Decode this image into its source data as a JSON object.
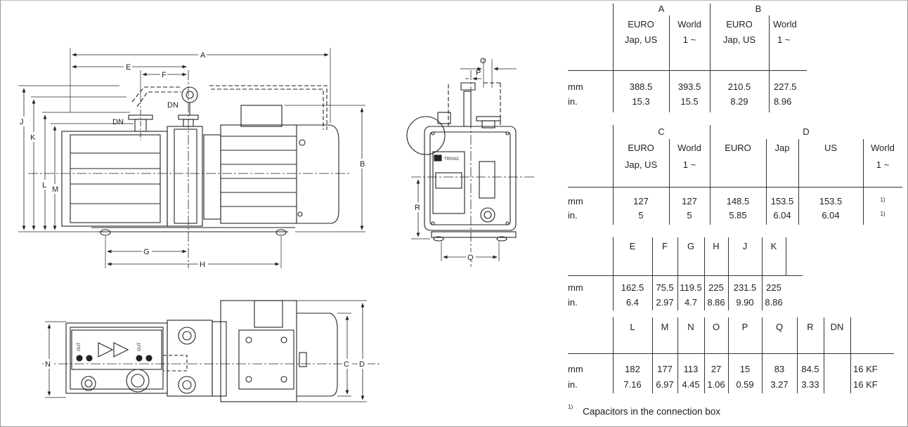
{
  "drawing": {
    "front_view_labels": {
      "A": "A",
      "E": "E",
      "F": "F",
      "B": "B",
      "J": "J",
      "K": "K",
      "L": "L",
      "M": "M",
      "G": "G",
      "H": "H",
      "DN_upper": "DN",
      "DN_left": "DN"
    },
    "side_view_labels": {
      "O": "O",
      "P": "P",
      "R": "R",
      "Q": "Q",
      "brand": "TRIVAC"
    },
    "top_view_labels": {
      "N": "N",
      "C": "C",
      "D": "D",
      "out_left": "OUT",
      "out_right": "OUT"
    }
  },
  "table1": {
    "groups": [
      "A",
      "B"
    ],
    "subheaders": [
      [
        "EURO",
        "Jap, US"
      ],
      [
        "World",
        "1 ~"
      ],
      [
        "EURO",
        "Jap, US"
      ],
      [
        "World",
        "1 ~"
      ]
    ],
    "rows": [
      {
        "unit": "mm",
        "values": [
          "388.5",
          "393.5",
          "210.5",
          "227.5"
        ]
      },
      {
        "unit": "in.",
        "values": [
          "15.3",
          "15.5",
          "8.29",
          "8.96"
        ]
      }
    ]
  },
  "table2": {
    "groups": [
      "C",
      "D"
    ],
    "subheaders": [
      [
        "EURO",
        "Jap, US"
      ],
      [
        "World",
        "1 ~"
      ],
      [
        "EURO",
        ""
      ],
      [
        "Jap",
        ""
      ],
      [
        "US",
        ""
      ],
      [
        "World",
        "1 ~"
      ]
    ],
    "rows": [
      {
        "unit": "mm",
        "values": [
          "127",
          "127",
          "148.5",
          "153.5",
          "153.5",
          "1)"
        ]
      },
      {
        "unit": "in.",
        "values": [
          "5",
          "5",
          "5.85",
          "6.04",
          "6.04",
          "1)"
        ]
      }
    ]
  },
  "table3": {
    "headers": [
      "E",
      "F",
      "G",
      "H",
      "J",
      "K"
    ],
    "rows": [
      {
        "unit": "mm",
        "values": [
          "162.5",
          "75.5",
          "119.5",
          "225",
          "231.5",
          "225"
        ]
      },
      {
        "unit": "in.",
        "values": [
          "6.4",
          "2.97",
          "4.7",
          "8.86",
          "9.90",
          "8.86"
        ]
      }
    ]
  },
  "table4": {
    "headers": [
      "L",
      "M",
      "N",
      "O",
      "P",
      "Q",
      "R",
      "DN"
    ],
    "rows": [
      {
        "unit": "mm",
        "values": [
          "182",
          "177",
          "113",
          "27",
          "15",
          "83",
          "84.5",
          "16 KF"
        ]
      },
      {
        "unit": "in.",
        "values": [
          "7.16",
          "6.97",
          "4.45",
          "1.06",
          "0.59",
          "3.27",
          "3.33",
          "16 KF"
        ]
      }
    ]
  },
  "footnote": {
    "marker": "1)",
    "text": "Capacitors in the connection box"
  }
}
